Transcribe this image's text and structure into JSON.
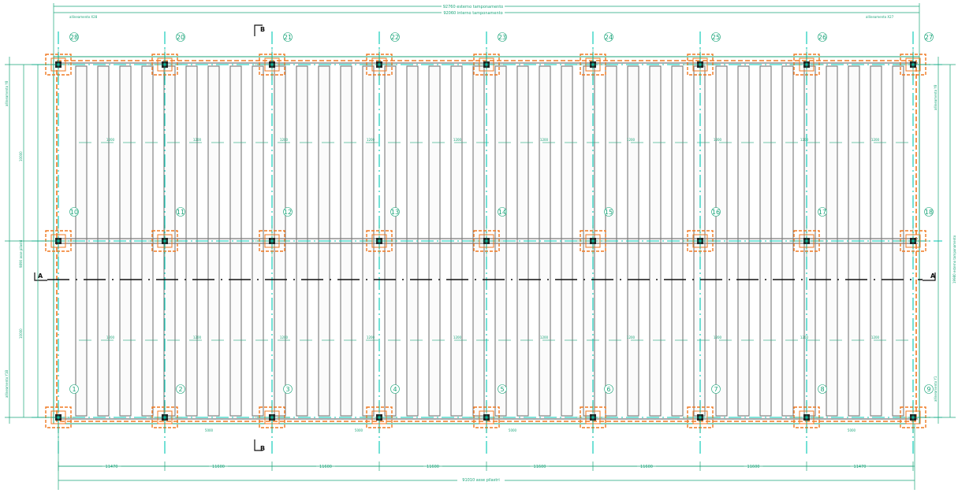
{
  "drawing": {
    "top_dimensions": [
      {
        "label": "92760 esterno tamponamento"
      },
      {
        "label": "92060 interno tamponamento"
      }
    ],
    "top_left_note": "allineamento X28",
    "top_right_note": "allineamento X27",
    "left_notes": [
      "allineamento Y8",
      "allineamento Y1B"
    ],
    "right_notes": [
      "allineamento Y8",
      "allineamento Y1"
    ],
    "left_bay_labels": [
      "10000",
      "9890 asse pilastri",
      "10000"
    ],
    "right_bay_label": "19980 esterno tamponamento",
    "bottom_bays": [
      "11470",
      "11600",
      "11600",
      "11600",
      "11600",
      "11600",
      "11600",
      "11470"
    ],
    "bottom_total": "91010 asse pilastri",
    "section_labels": {
      "a_left": "A",
      "a_right": "A",
      "b_top": "B",
      "b_bottom": "B"
    },
    "axis_rows": [
      [
        "28",
        "20",
        "21",
        "22",
        "23",
        "24",
        "25",
        "26",
        "27"
      ],
      [
        "10",
        "11",
        "12",
        "13",
        "14",
        "15",
        "16",
        "17",
        "18"
      ],
      [
        "1",
        "2",
        "3",
        "4",
        "5",
        "6",
        "7",
        "8",
        "9"
      ]
    ],
    "joint_label": "1200",
    "slab_label": "5000",
    "colors": {
      "dimension": "#1aa57a",
      "axis": "#00c8b4",
      "footing": "#f07820",
      "beam": "#7a7a7a",
      "column": "#222222",
      "section": "#111111"
    }
  }
}
